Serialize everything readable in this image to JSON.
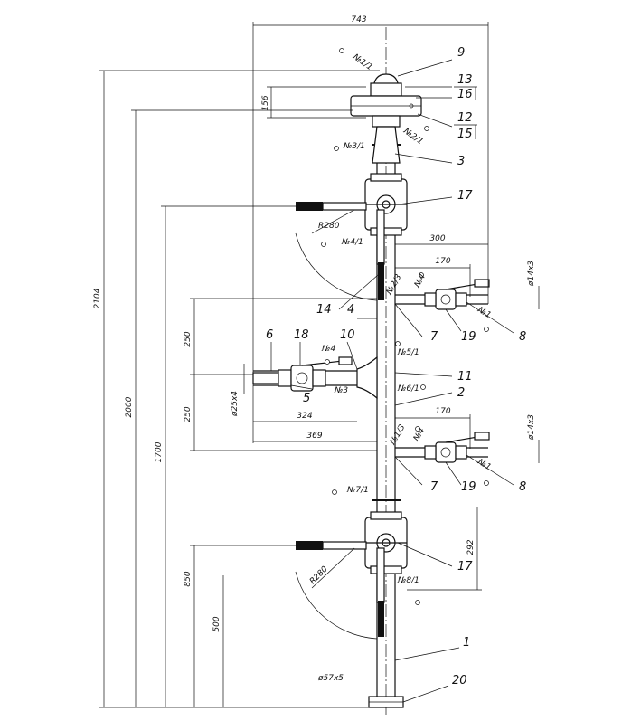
{
  "dimensions": {
    "overall_width": "743",
    "offset_300": "300",
    "flange_156": "156",
    "radius_top": "R280",
    "radius_bottom": "R280",
    "branch_170_top": "170",
    "branch_170_bottom": "170",
    "pipe_14x3_top": "ø14x3",
    "pipe_14x3_bottom": "ø14x3",
    "left_324": "324",
    "left_369": "369",
    "pipe_25x4": "ø25x4",
    "spacing_250_top": "250",
    "spacing_250_bottom": "250",
    "height_2104": "2104",
    "height_2000": "2000",
    "height_1700": "1700",
    "height_850": "850",
    "height_500": "500",
    "height_292": "292",
    "pipe_57x5": "ø57x5"
  },
  "callouts": {
    "c9": "9",
    "c13": "13",
    "c16": "16",
    "c12": "12",
    "c15": "15",
    "c3": "3",
    "c17_top": "17",
    "c14": "14",
    "c4": "4",
    "c7_top": "7",
    "c19_top": "19",
    "c8_top": "8",
    "c6": "6",
    "c18": "18",
    "c10": "10",
    "c5": "5",
    "c11": "11",
    "c2": "2",
    "c7_bottom": "7",
    "c19_bottom": "19",
    "c8_bottom": "8",
    "c17_bottom": "17",
    "c1": "1",
    "c20": "20"
  },
  "weld_marks": {
    "w1_1": "№1/1",
    "w2_1": "№2/1",
    "w3_1": "№3/1",
    "w4_1": "№4/1",
    "w2_3": "№2/3",
    "w4_top": "№4",
    "w1_top_right": "№1",
    "w5_1": "№5/1",
    "w6_1": "№6/1",
    "w4_left": "№4",
    "w3_left": "№3",
    "w1_3": "№1/3",
    "w4_lower": "№4",
    "w1_bottom_right": "№1",
    "w7_1": "№7/1",
    "w8_1": "№8/1"
  }
}
